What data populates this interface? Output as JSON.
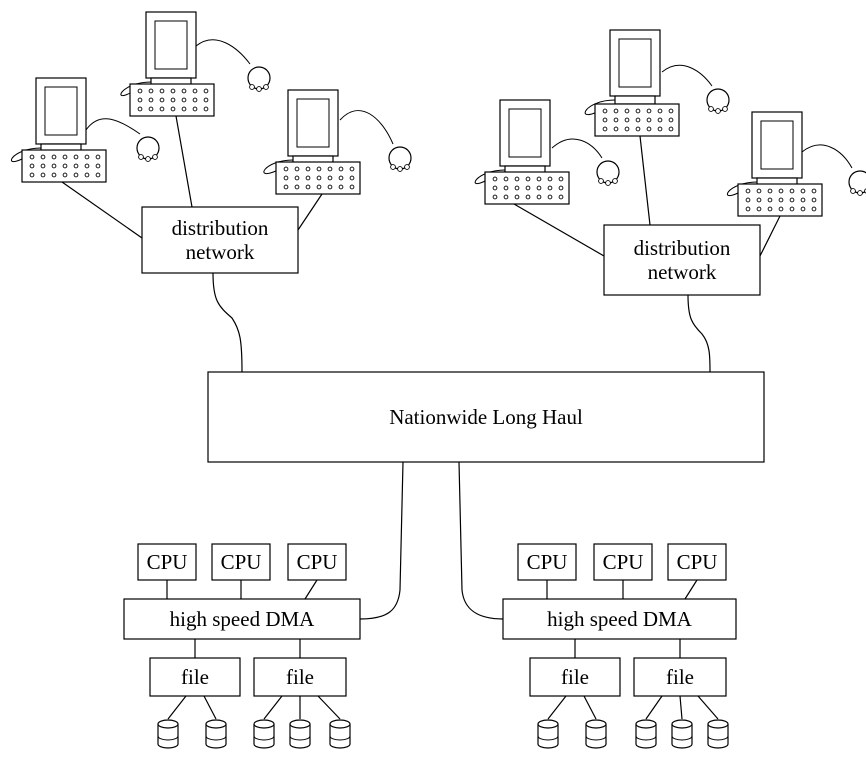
{
  "colors": {
    "stroke": "#000000",
    "background": "#ffffff"
  },
  "regions": [
    {
      "distribution_network": "distribution\nnetwork",
      "terminals": [
        {
          "icon": "computer-terminal-icon",
          "mouse_icon": "mouse-icon"
        },
        {
          "icon": "computer-terminal-icon",
          "mouse_icon": "mouse-icon"
        },
        {
          "icon": "computer-terminal-icon",
          "mouse_icon": "mouse-icon"
        }
      ]
    },
    {
      "distribution_network": "distribution\nnetwork",
      "terminals": [
        {
          "icon": "computer-terminal-icon",
          "mouse_icon": "mouse-icon"
        },
        {
          "icon": "computer-terminal-icon",
          "mouse_icon": "mouse-icon"
        },
        {
          "icon": "computer-terminal-icon",
          "mouse_icon": "mouse-icon"
        }
      ]
    }
  ],
  "long_haul": "Nationwide Long Haul",
  "sites": [
    {
      "cpus": [
        "CPU",
        "CPU",
        "CPU"
      ],
      "dma": "high speed DMA",
      "file_servers": [
        {
          "label": "file",
          "disks": 2,
          "disk_icon": "disk-icon"
        },
        {
          "label": "file",
          "disks": 3,
          "disk_icon": "disk-icon"
        }
      ]
    },
    {
      "cpus": [
        "CPU",
        "CPU",
        "CPU"
      ],
      "dma": "high speed DMA",
      "file_servers": [
        {
          "label": "file",
          "disks": 2,
          "disk_icon": "disk-icon"
        },
        {
          "label": "file",
          "disks": 3,
          "disk_icon": "disk-icon"
        }
      ]
    }
  ]
}
